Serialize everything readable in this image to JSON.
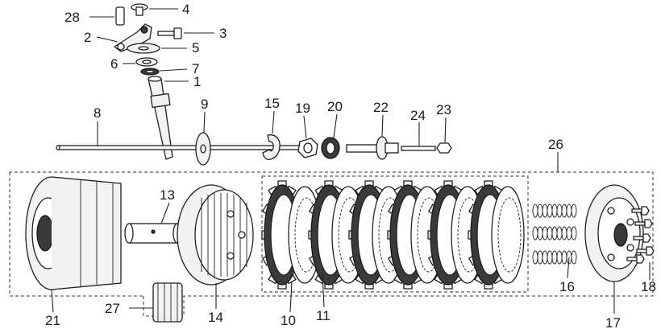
{
  "labels": {
    "l1": "1",
    "l2": "2",
    "l3": "3",
    "l4": "4",
    "l5": "5",
    "l6": "6",
    "l7": "7",
    "l8": "8",
    "l9": "9",
    "l10": "10",
    "l11": "11",
    "l13": "13",
    "l14": "14",
    "l15": "15",
    "l16": "16",
    "l17": "17",
    "l18": "18",
    "l19": "19",
    "l20": "20",
    "l21": "21",
    "l22": "22",
    "l23": "23",
    "l24": "24",
    "l26": "26",
    "l27": "27",
    "l28": "28"
  }
}
